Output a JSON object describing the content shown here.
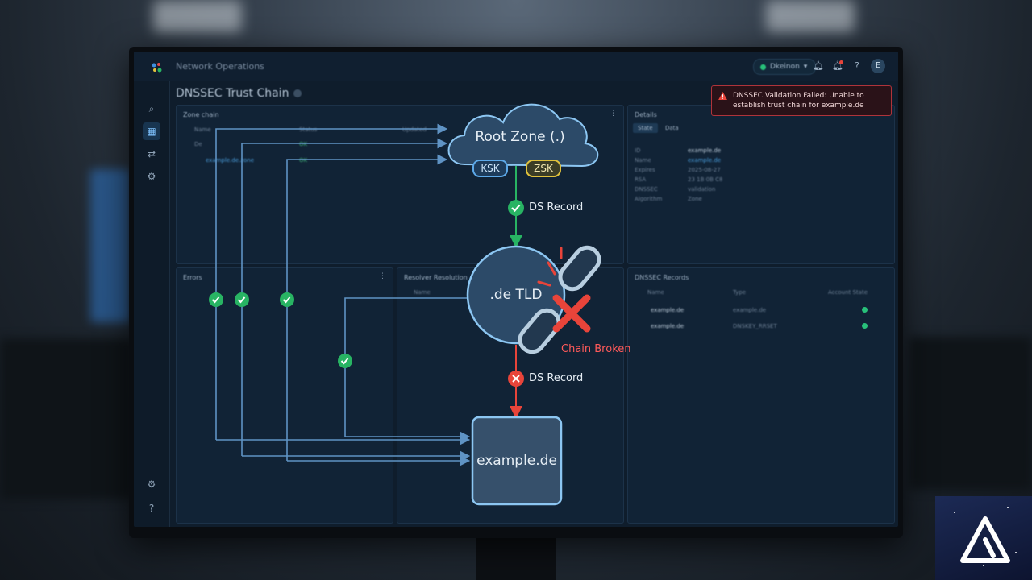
{
  "app": {
    "title": "Network Operations",
    "environment": "Dkeinon",
    "avatar_initial": "E"
  },
  "page": {
    "title": "DNSSEC Trust Chain"
  },
  "alert": {
    "text": "DNSSEC Validation Failed: Unable to establish trust chain for example.de",
    "color": "#b0333a"
  },
  "panels": {
    "zone_chain": {
      "title": "Zone chain",
      "columns": [
        "Name",
        "Status",
        "Updated"
      ],
      "rows": [
        {
          "name": "De",
          "status": "OK"
        },
        {
          "name": "example.de.zone",
          "status": "OK"
        }
      ]
    },
    "details": {
      "title": "Details",
      "tabs": [
        "State",
        "Data"
      ],
      "fields": [
        {
          "label": "ID",
          "value": "example.de"
        },
        {
          "label": "Name",
          "value": "example.de"
        },
        {
          "label": "Expires",
          "value": "2025-08-27"
        },
        {
          "label": "RSA",
          "value": "23 1B 0B C8"
        },
        {
          "label": "DNSSEC",
          "value": "validation"
        },
        {
          "label": "Algorithm",
          "value": "Zone"
        }
      ]
    },
    "errors": {
      "title": "Errors"
    },
    "resolver": {
      "title": "Resolver Resolution",
      "columns": [
        "Name"
      ]
    },
    "records": {
      "title": "DNSSEC Records",
      "columns": [
        "Name",
        "Type",
        "Account State"
      ],
      "rows": [
        {
          "name": "example.de",
          "type": "example.de"
        },
        {
          "name": "example.de",
          "type": "DNSKEY_RRSET"
        }
      ]
    }
  },
  "diagram": {
    "root": {
      "label": "Root Zone (.)",
      "ksk": "KSK",
      "zsk": "ZSK"
    },
    "ds_valid": {
      "label": "DS Record",
      "status": "valid",
      "color": "#28b463"
    },
    "tld": {
      "label": ".de TLD"
    },
    "broken": {
      "label": "Chain Broken",
      "color": "#e8443a"
    },
    "ds_invalid": {
      "label": "DS Record",
      "status": "invalid",
      "color": "#e8443a"
    },
    "target": {
      "label": "example.de"
    }
  },
  "colors": {
    "accent": "#5da9e9",
    "ok": "#28b463",
    "error": "#e8443a",
    "zsk": "#e0c23c"
  }
}
